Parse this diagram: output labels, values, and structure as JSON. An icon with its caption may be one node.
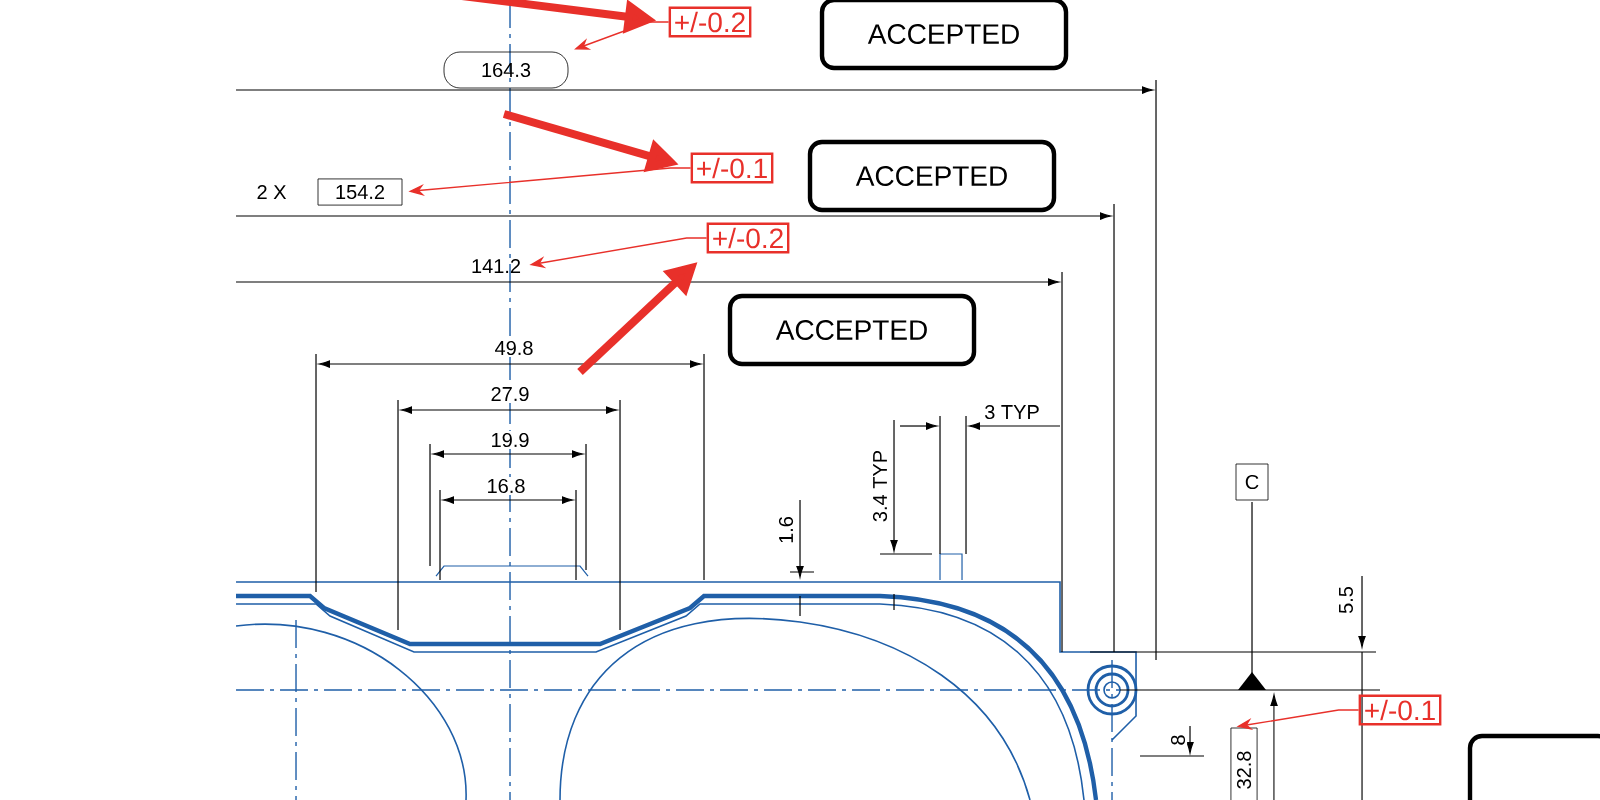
{
  "diagram": {
    "nodes": [
      {
        "text": [
          "+/-0.2"
        ]
      },
      {
        "text": [
          "164.3"
        ]
      },
      {
        "text": [
          "ACCEPTED"
        ]
      },
      {
        "text": [
          "+/-0.1"
        ]
      },
      {
        "text": [
          "154.2"
        ],
        "beside": [
          "2 X"
        ]
      },
      {
        "text": [
          "ACCEPTED"
        ]
      },
      {
        "text": [
          "+/-0.2"
        ]
      },
      {
        "text": [
          "141.2"
        ]
      },
      {
        "text": [
          "ACCEPTED"
        ]
      },
      {
        "text": [
          "C"
        ]
      },
      {
        "text": [
          "+/-0.1"
        ]
      },
      {
        "text": [
          "32.8"
        ]
      },
      {
        "text": [],
        "shape": "box"
      }
    ],
    "edges": [
      {
        "from": 0,
        "to": 1,
        "arrow": "to"
      },
      {
        "from": 3,
        "to": 4,
        "arrow": "to"
      },
      {
        "from": 6,
        "to": 7,
        "arrow": "to"
      },
      {
        "from": 10,
        "to": 11,
        "arrow": "to"
      },
      {
        "from": null,
        "to": 0,
        "arrow": "to",
        "style": "thick"
      },
      {
        "from": null,
        "to": 3,
        "arrow": "to",
        "style": "thick"
      },
      {
        "from": null,
        "to": 6,
        "arrow": "to",
        "style": "thick"
      }
    ],
    "labels": [
      "49.8",
      "27.9",
      "19.9",
      "16.8",
      "1.6",
      "3.4 TYP",
      "3 TYP",
      "5.5",
      "8"
    ]
  }
}
